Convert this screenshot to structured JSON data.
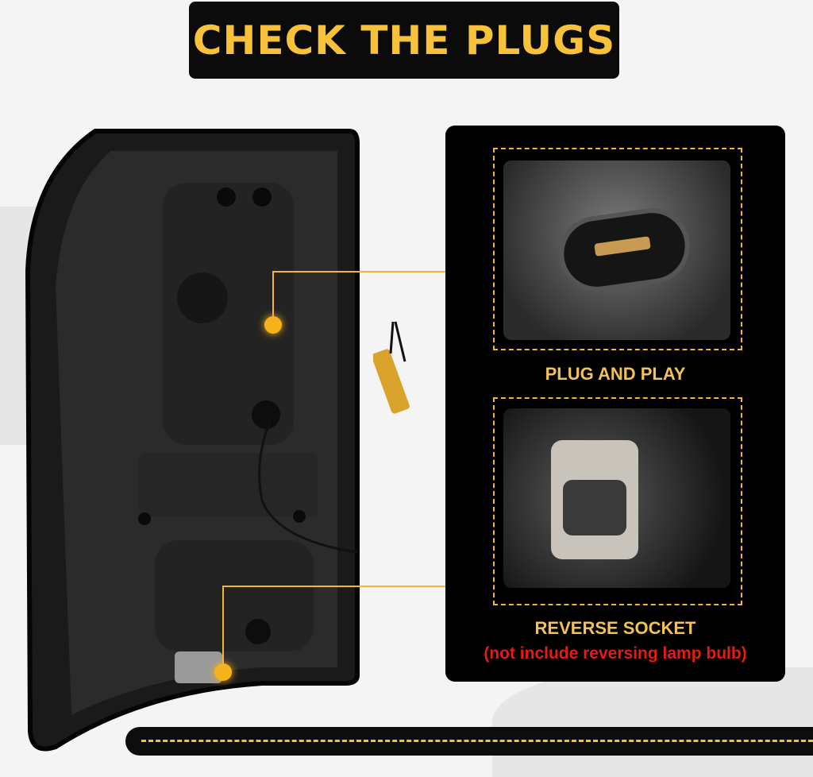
{
  "title": "CHECK THE PLUGS",
  "captions": {
    "plug": "PLUG AND PLAY",
    "reverse": "REVERSE SOCKET",
    "note": "(not include reversing lamp bulb)"
  },
  "colors": {
    "accent": "#f2b53a",
    "title_text": "#f7c23a",
    "note": "#e41b17"
  }
}
